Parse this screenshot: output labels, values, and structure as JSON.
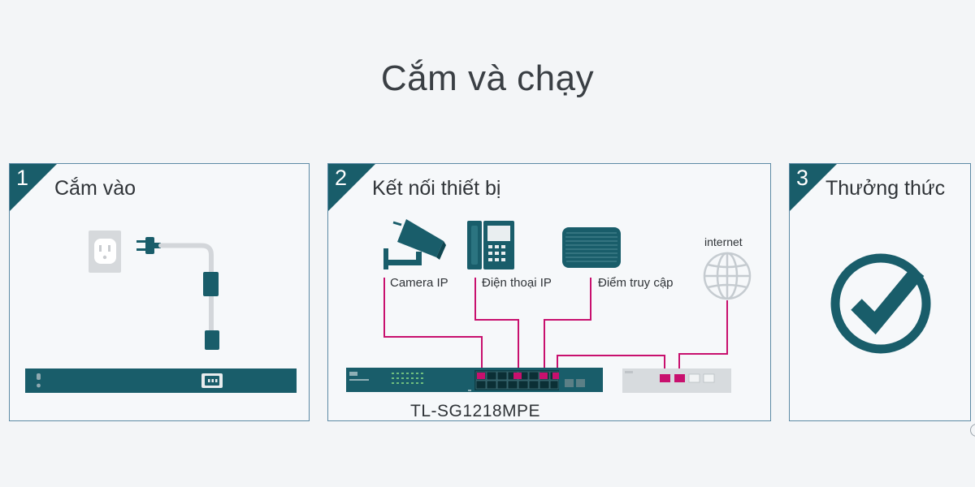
{
  "title": "Cắm và chạy",
  "steps": [
    {
      "number": "1",
      "title": "Cắm vào"
    },
    {
      "number": "2",
      "title": "Kết nối thiết bị"
    },
    {
      "number": "3",
      "title": "Thưởng thức"
    }
  ],
  "devices": {
    "camera": "Camera IP",
    "phone": "Điện thoại IP",
    "access_point": "Điểm truy cập",
    "internet": "internet"
  },
  "switch_model": "TL-SG1218MPE",
  "colors": {
    "teal": "#195d6a",
    "magenta": "#c8106e",
    "outline": "#5d8aa5"
  }
}
